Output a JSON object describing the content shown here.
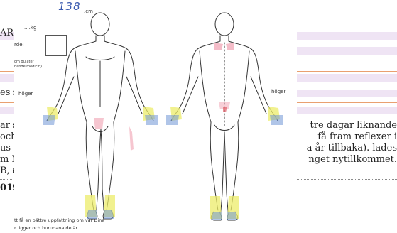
{
  "document": {
    "rows": [
      {
        "left": "AR"
      },
      {
        "left": "es s"
      },
      {
        "left": "ar s",
        "right": "tre dagar liknande"
      },
      {
        "left": "och",
        "right": "få fram reflexer i"
      },
      {
        "left": "us v",
        "right": "a år tillbaka). lades"
      },
      {
        "left": "m M",
        "right": "nget nytillkommet."
      },
      {
        "left": "B, a"
      },
      {
        "left": "019-"
      }
    ]
  },
  "form": {
    "height_value": "138",
    "height_unit": ".cm",
    "weight_label": "....kg",
    "field_label": "rde:",
    "note_line1": "om du äter",
    "note_line2": "nande medicin)",
    "left_side_label": "höger",
    "right_side_label": "höger",
    "footer_line1": "tt få en bättre uppfattning om var Dina",
    "footer_line2": "r ligger och hurudana de är."
  },
  "figures": {
    "front": "front-body-figure",
    "back": "back-body-figure",
    "highlight_yellow": "#ecec6a",
    "highlight_blue": "#6f95d6",
    "highlight_pink": "#f0a0b0",
    "highlight_red": "#e0606a"
  }
}
